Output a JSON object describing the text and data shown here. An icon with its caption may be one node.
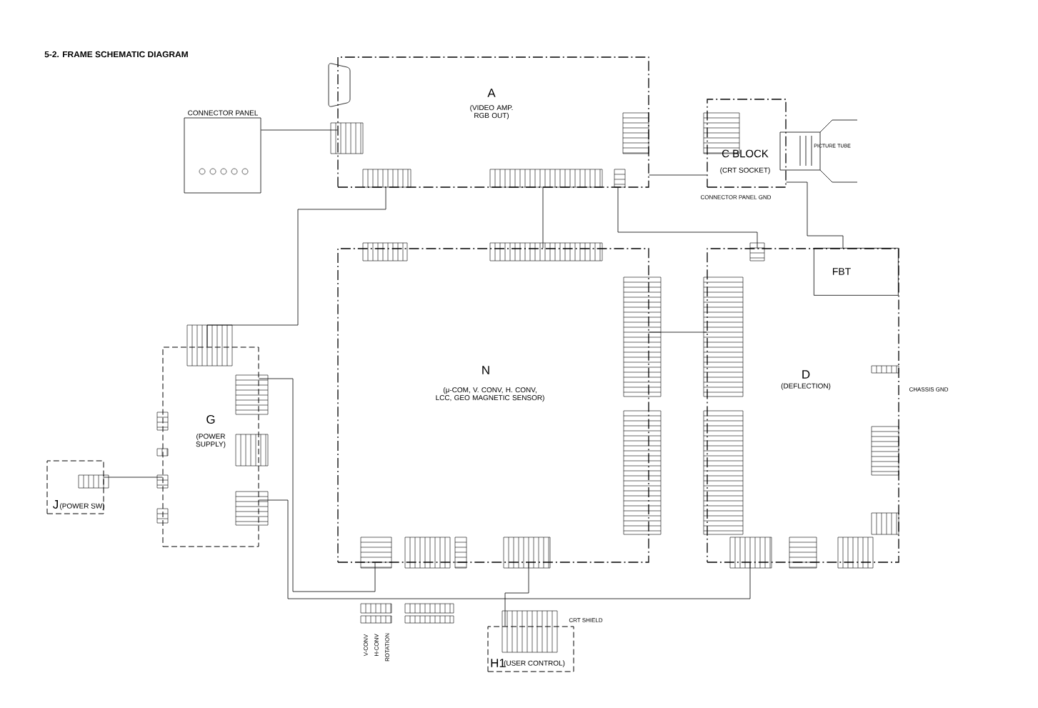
{
  "diagram": {
    "title": "5-2.  FRAME SCHEMATIC DIAGRAM",
    "nodes": [
      {
        "text": [
          "A",
          "(VIDEO AMP. RGB OUT)"
        ]
      },
      {
        "text": [
          "C BLOCK",
          "(CRT SOCKET)"
        ]
      },
      {
        "text": [
          "N",
          "(μ-COM, V. CONV, H. CONV, LCC, GEO MAGNETIC SENSOR)"
        ]
      },
      {
        "text": [
          "D",
          "(DEFLECTION)"
        ]
      },
      {
        "text": [
          "G",
          "(POWER SUPPLY)"
        ]
      },
      {
        "text": [
          "J",
          "(POWER SW)"
        ]
      },
      {
        "text": [
          "H1",
          "(USER CONTROL)"
        ]
      },
      {
        "text": [
          "CONNECTOR PANEL"
        ]
      },
      {
        "text": [
          "FBT"
        ],
        "in": 3
      },
      {
        "text": [
          "PICTURE TUBE"
        ]
      }
    ],
    "edges": [
      {
        "from": 0,
        "to": 2,
        "arrow": "none"
      },
      {
        "from": 0,
        "to": 1,
        "arrow": "none"
      },
      {
        "from": 7,
        "to": 0,
        "arrow": "none"
      },
      {
        "from": 0,
        "to": 4,
        "arrow": "none"
      },
      {
        "from": 5,
        "to": 4,
        "arrow": "none"
      },
      {
        "from": 2,
        "to": 6,
        "arrow": "none"
      },
      {
        "from": 2,
        "to": 3,
        "arrow": "none"
      },
      {
        "from": 4,
        "to": 2,
        "arrow": "none"
      },
      {
        "from": 4,
        "to": 3,
        "arrow": "none"
      },
      {
        "from": 1,
        "to": 8,
        "arrow": "none"
      },
      {
        "from": 0,
        "to": 3,
        "arrow": "none"
      }
    ],
    "labels": [
      "CONNECTOR PANEL GND",
      "CHASSIS GND",
      "CRT SHIELD",
      "V-CONV",
      "H-CONV",
      "ROTATION"
    ]
  }
}
